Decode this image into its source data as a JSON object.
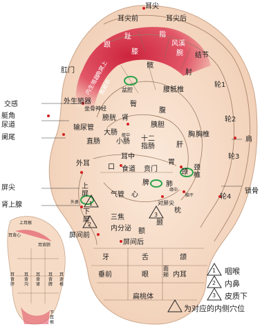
{
  "regions": {
    "ear_tip": "耳尖",
    "ear_tip_front": "耳尖前",
    "ear_tip_back": "耳尖后",
    "finger": "指",
    "toe": "趾",
    "wind_stream": "风溪",
    "heel": "跟",
    "knee": "膝",
    "wrist": "腕",
    "nodule": "结节",
    "hip": "髋",
    "elbow": "肘",
    "anus": "肛门",
    "inner_genitals": "内生殖器",
    "corner_upper": "角窝上",
    "corner_middle": "角窝中",
    "pelvis": "盆腔",
    "lumbosacral": "腰骶椎",
    "helix1": "轮1",
    "buttock": "臀",
    "sympathetic": "交感",
    "external_genitals": "外生殖器",
    "sciatic": "坐骨神经",
    "abdomen": "腹",
    "helix2": "轮2",
    "ureter_angle": "艇角",
    "urethra": "尿道",
    "bladder": "膀胱",
    "kidney": "肾",
    "pancreas_gb": "胰胆",
    "appendix": "阑尾",
    "large_intestine": "大肠",
    "small_intestine": "小肠",
    "rectum": "直肠",
    "ureter": "输尿管",
    "ting_zhong": "艇中",
    "duodenum": "十二指肠",
    "liver": "肝",
    "thoracic": "胸椎",
    "chest": "胸",
    "shoulder": "肩",
    "helix3": "轮3",
    "external_ear": "外耳",
    "ear_center": "耳中",
    "mouth": "口",
    "esophagus": "食道",
    "cardia": "贲门",
    "stomach": "胃",
    "neck": "颈",
    "cervical": "颈椎",
    "clavicle": "锁骨",
    "spleen": "脾",
    "lung": "肺",
    "trachea": "气管",
    "heart": "心",
    "tragus_apex": "屏尖",
    "upper_screen": "上屏",
    "outer_nose": "外鼻",
    "adrenal": "肾上腺",
    "lower_screen": "下屏",
    "triple_burner": "三焦",
    "endocrine": "内分泌",
    "opposite_apex": "对屏尖",
    "edge_center": "缘中",
    "brainstem": "脑干",
    "occiput": "枕",
    "temple": "颞",
    "forehead": "额",
    "helix4": "轮4",
    "intertragic_front": "屏间前",
    "intertragic_back": "屏间后",
    "tooth": "牙",
    "tongue": "舌",
    "jaw": "颌",
    "lower_jaw": "垂前",
    "eye": "眼",
    "inner_ear": "内耳",
    "face": "面颊",
    "tonsil": "扁桃体",
    "n1": "1",
    "n2": "2",
    "n3": "3"
  },
  "inset": {
    "upper_ear_back": "上耳根",
    "ear_back_heart": "耳背心",
    "ear_back_lung": "耳背肺",
    "ear_back_liver": "耳背肝",
    "ear_back_spleen": "耳背脾",
    "ear_back_kidney": "耳背肾",
    "ear_back_groove": "耳背沟",
    "root_vagus": "耳迷根",
    "lower_ear_back": "下耳根"
  },
  "legend": {
    "item1": "咽喉",
    "item2": "内鼻",
    "item3": "皮质下",
    "triangle_note": "为对应的内侧穴位",
    "n1": "1",
    "n2": "2",
    "n3": "3"
  },
  "colors": {
    "skin": "#f6dcc7",
    "red_zone": "#d9344a",
    "line": "#7a6a5a",
    "green_ring": "#2aa34a",
    "point": "#d42020"
  }
}
